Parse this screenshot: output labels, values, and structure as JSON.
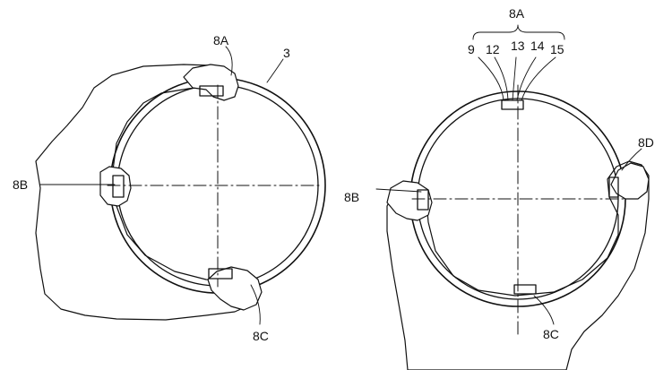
{
  "left_figure": {
    "labels": {
      "sensor_top": "8A",
      "sensor_left": "8B",
      "sensor_bottom": "8C",
      "ring": "3"
    }
  },
  "right_figure": {
    "labels": {
      "sensor_group": "8A",
      "parts": [
        "9",
        "12",
        "13",
        "14",
        "15"
      ],
      "sensor_left": "8B",
      "sensor_right": "8D",
      "sensor_bottom": "8C"
    }
  }
}
